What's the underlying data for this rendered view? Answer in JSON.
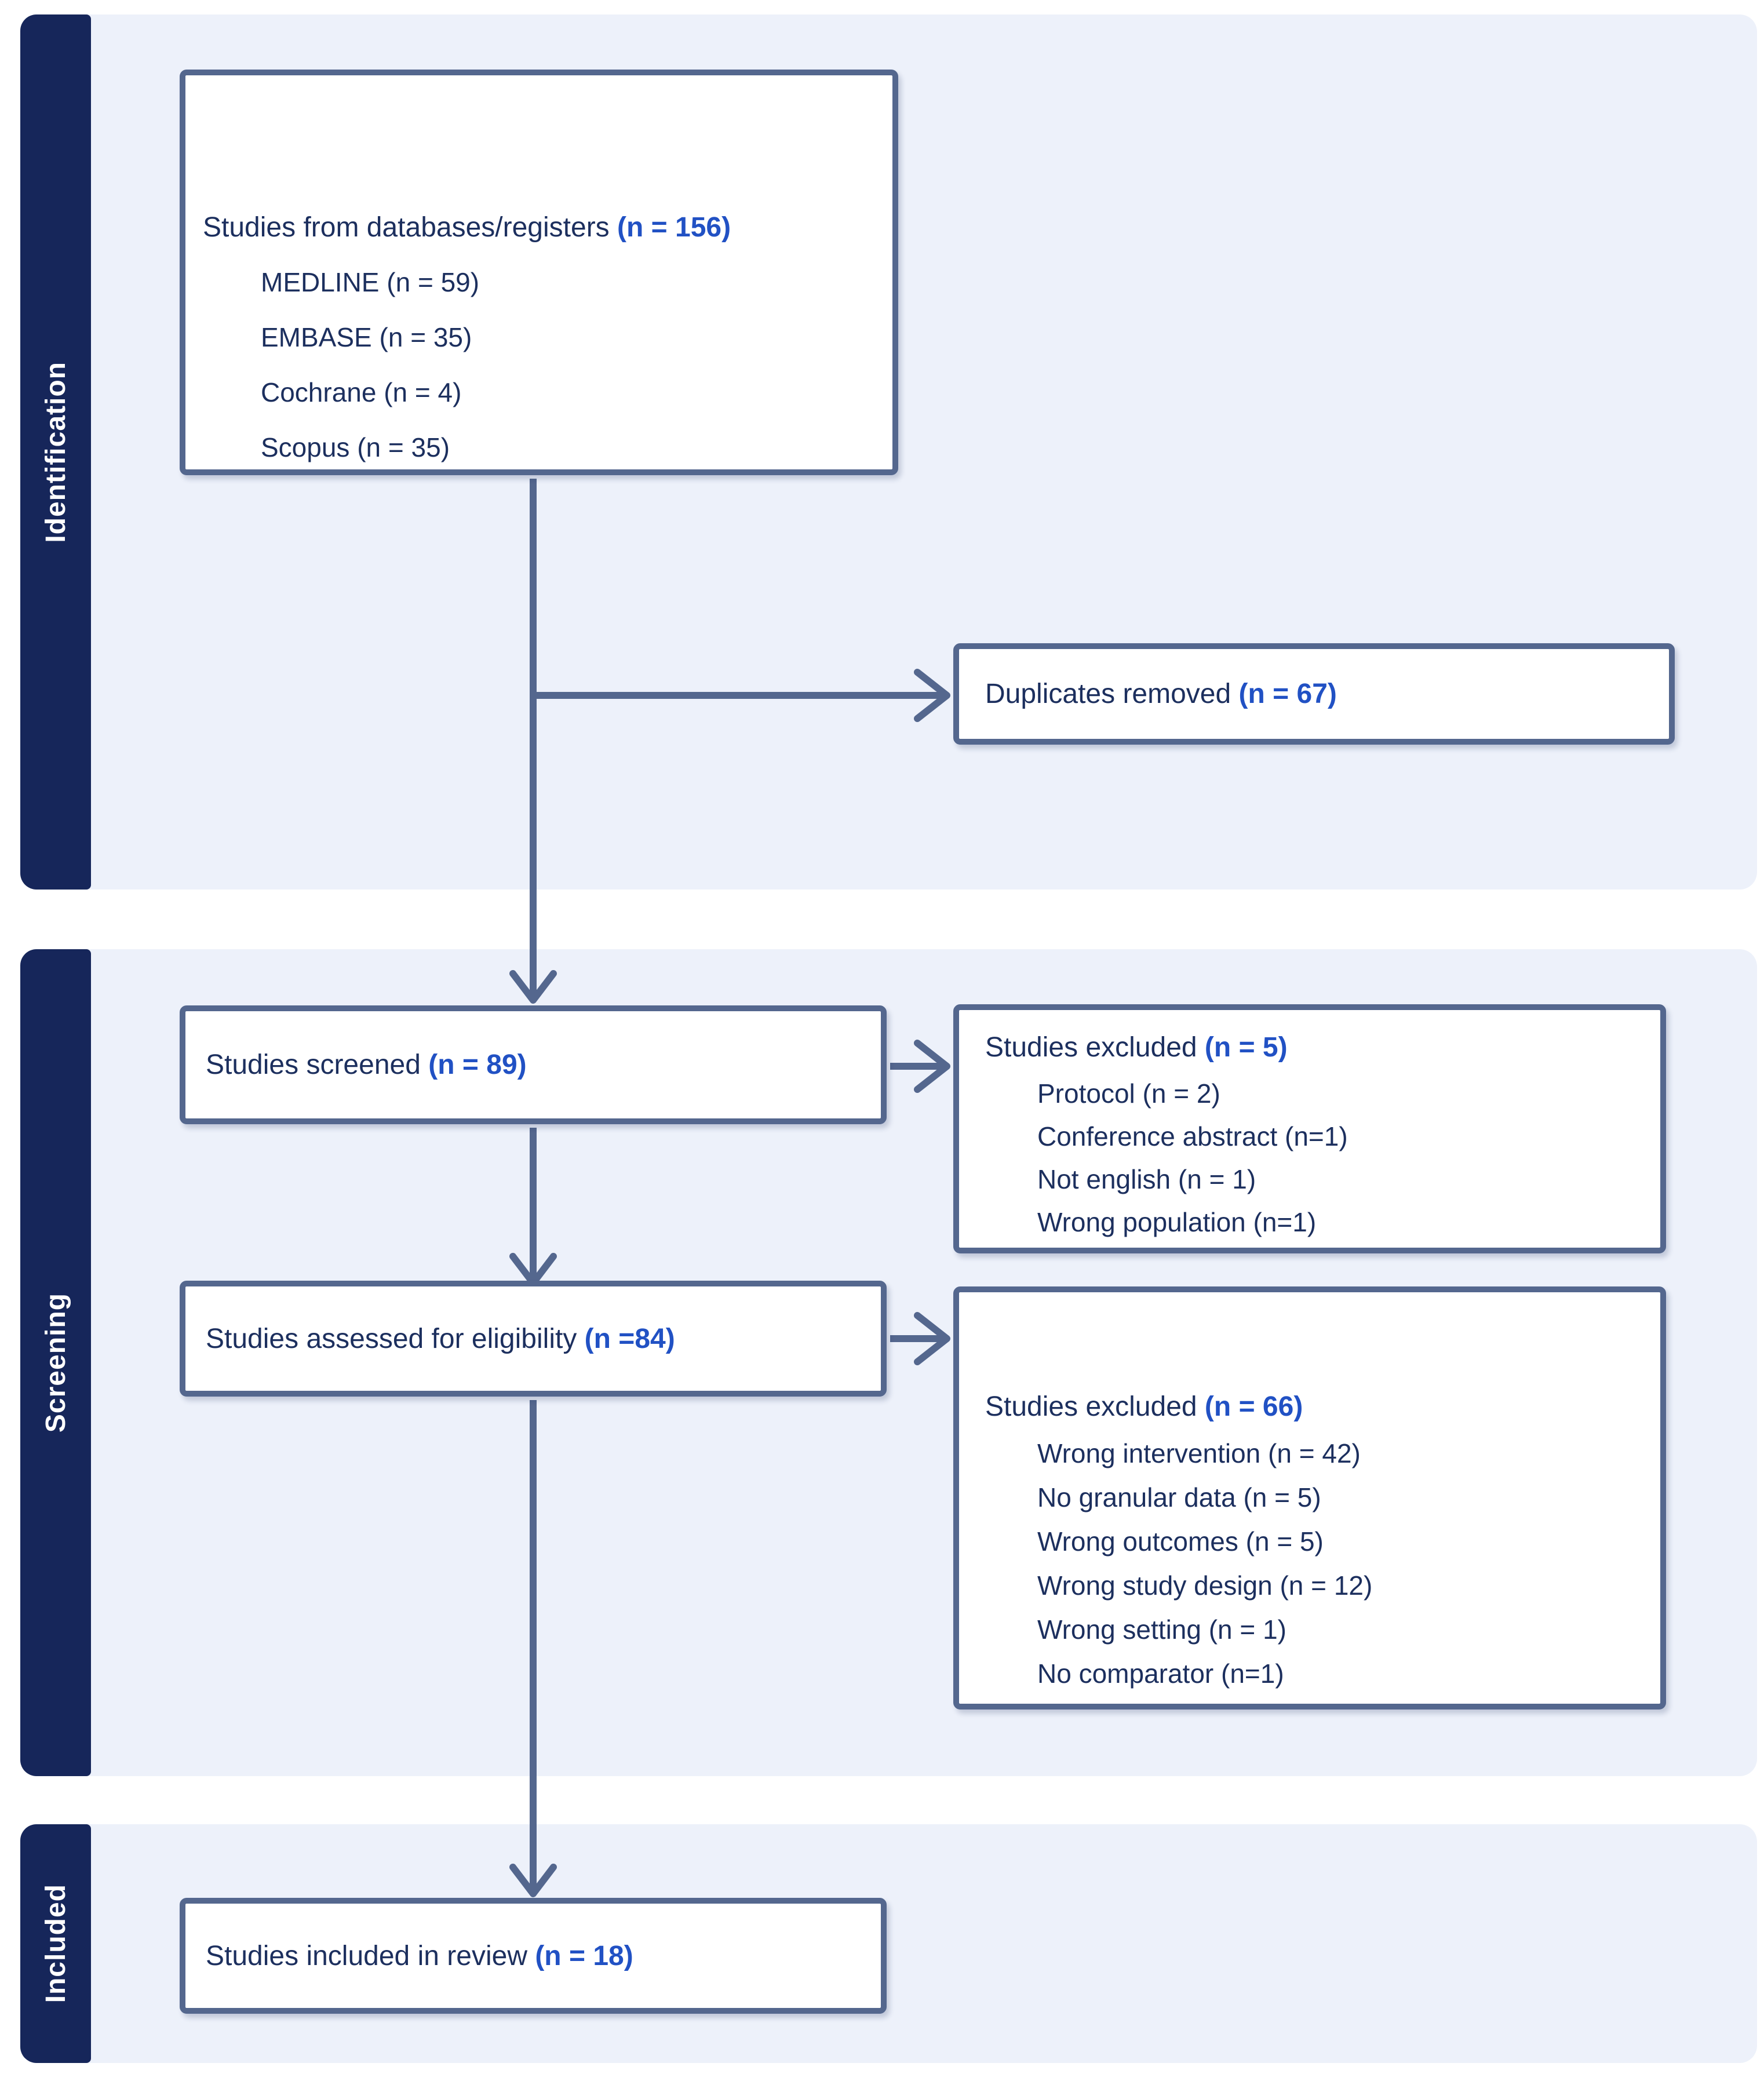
{
  "palette": {
    "stage_bar_navy": "#16265a",
    "stage_band_light": "#edf1fa",
    "box_border": "#54678e",
    "arrow": "#54678e",
    "text_navy": "#1c2f5e",
    "count_blue": "#2151c4",
    "box_background": "#ffffff",
    "page_background": "#ffffff"
  },
  "stages": [
    {
      "label": "Identification"
    },
    {
      "label": "Screening"
    },
    {
      "label": "Included"
    }
  ],
  "boxes": {
    "sources": {
      "title": {
        "label": "Studies from databases/registers ",
        "count": "(n = 156)"
      },
      "items": [
        "MEDLINE (n = 59)",
        "EMBASE  (n = 35)",
        "Cochrane (n = 4)",
        "Scopus (n = 35)"
      ]
    },
    "duplicates": {
      "title": {
        "label": "Duplicates removed ",
        "count": "(n = 67)"
      }
    },
    "screened": {
      "title": {
        "label": "Studies screened ",
        "count": "(n = 89)"
      }
    },
    "excluded_screening": {
      "title": {
        "label": "Studies excluded ",
        "count": "(n = 5)"
      },
      "items": [
        "Protocol (n = 2)",
        "Conference abstract (n=1)",
        "Not english (n = 1)",
        "Wrong population (n=1)"
      ]
    },
    "assessed": {
      "title": {
        "label": "Studies assessed for eligibility ",
        "count": "(n =84)"
      }
    },
    "excluded_eligibility": {
      "title": {
        "label": "Studies excluded ",
        "count": "(n = 66)"
      },
      "items": [
        "Wrong intervention (n = 42)",
        "No granular data (n = 5)",
        "Wrong outcomes (n = 5)",
        "Wrong study design (n = 12)",
        "Wrong setting (n = 1)",
        "No comparator (n=1)"
      ]
    },
    "included": {
      "title": {
        "label": "Studies included in review ",
        "count": "(n = 18)"
      }
    }
  }
}
